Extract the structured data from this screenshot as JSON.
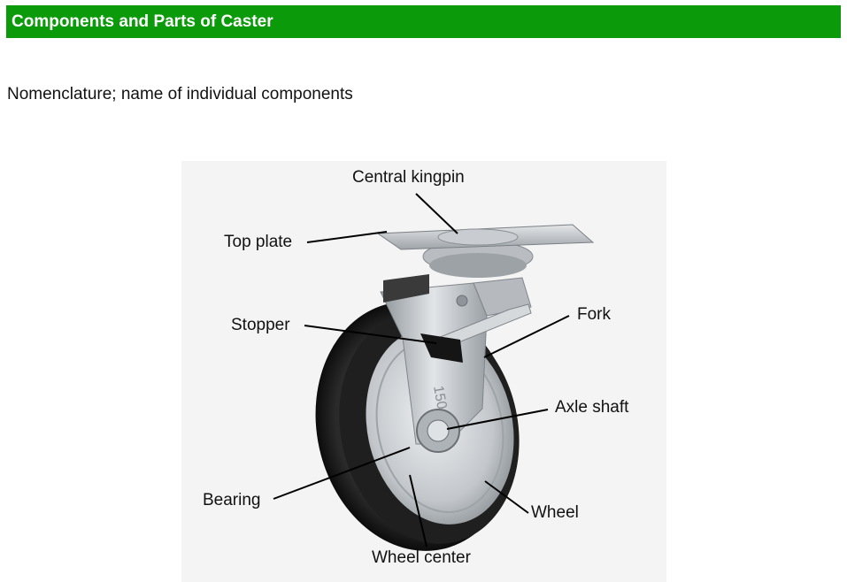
{
  "header": {
    "title": "Components and Parts of Caster"
  },
  "intro": {
    "text": "Nomenclature; name of individual components"
  },
  "diagram": {
    "labels": {
      "central_kingpin": "Central kingpin",
      "top_plate": "Top plate",
      "stopper": "Stopper",
      "fork": "Fork",
      "axle_shaft": "Axle shaft",
      "bearing": "Bearing",
      "wheel": "Wheel",
      "wheel_center": "Wheel center"
    },
    "wheel_marking": "150",
    "colors": {
      "header_bg": "#0a9a0a",
      "tire": "#1a1a1a",
      "metal": "#c9ccd0"
    }
  }
}
